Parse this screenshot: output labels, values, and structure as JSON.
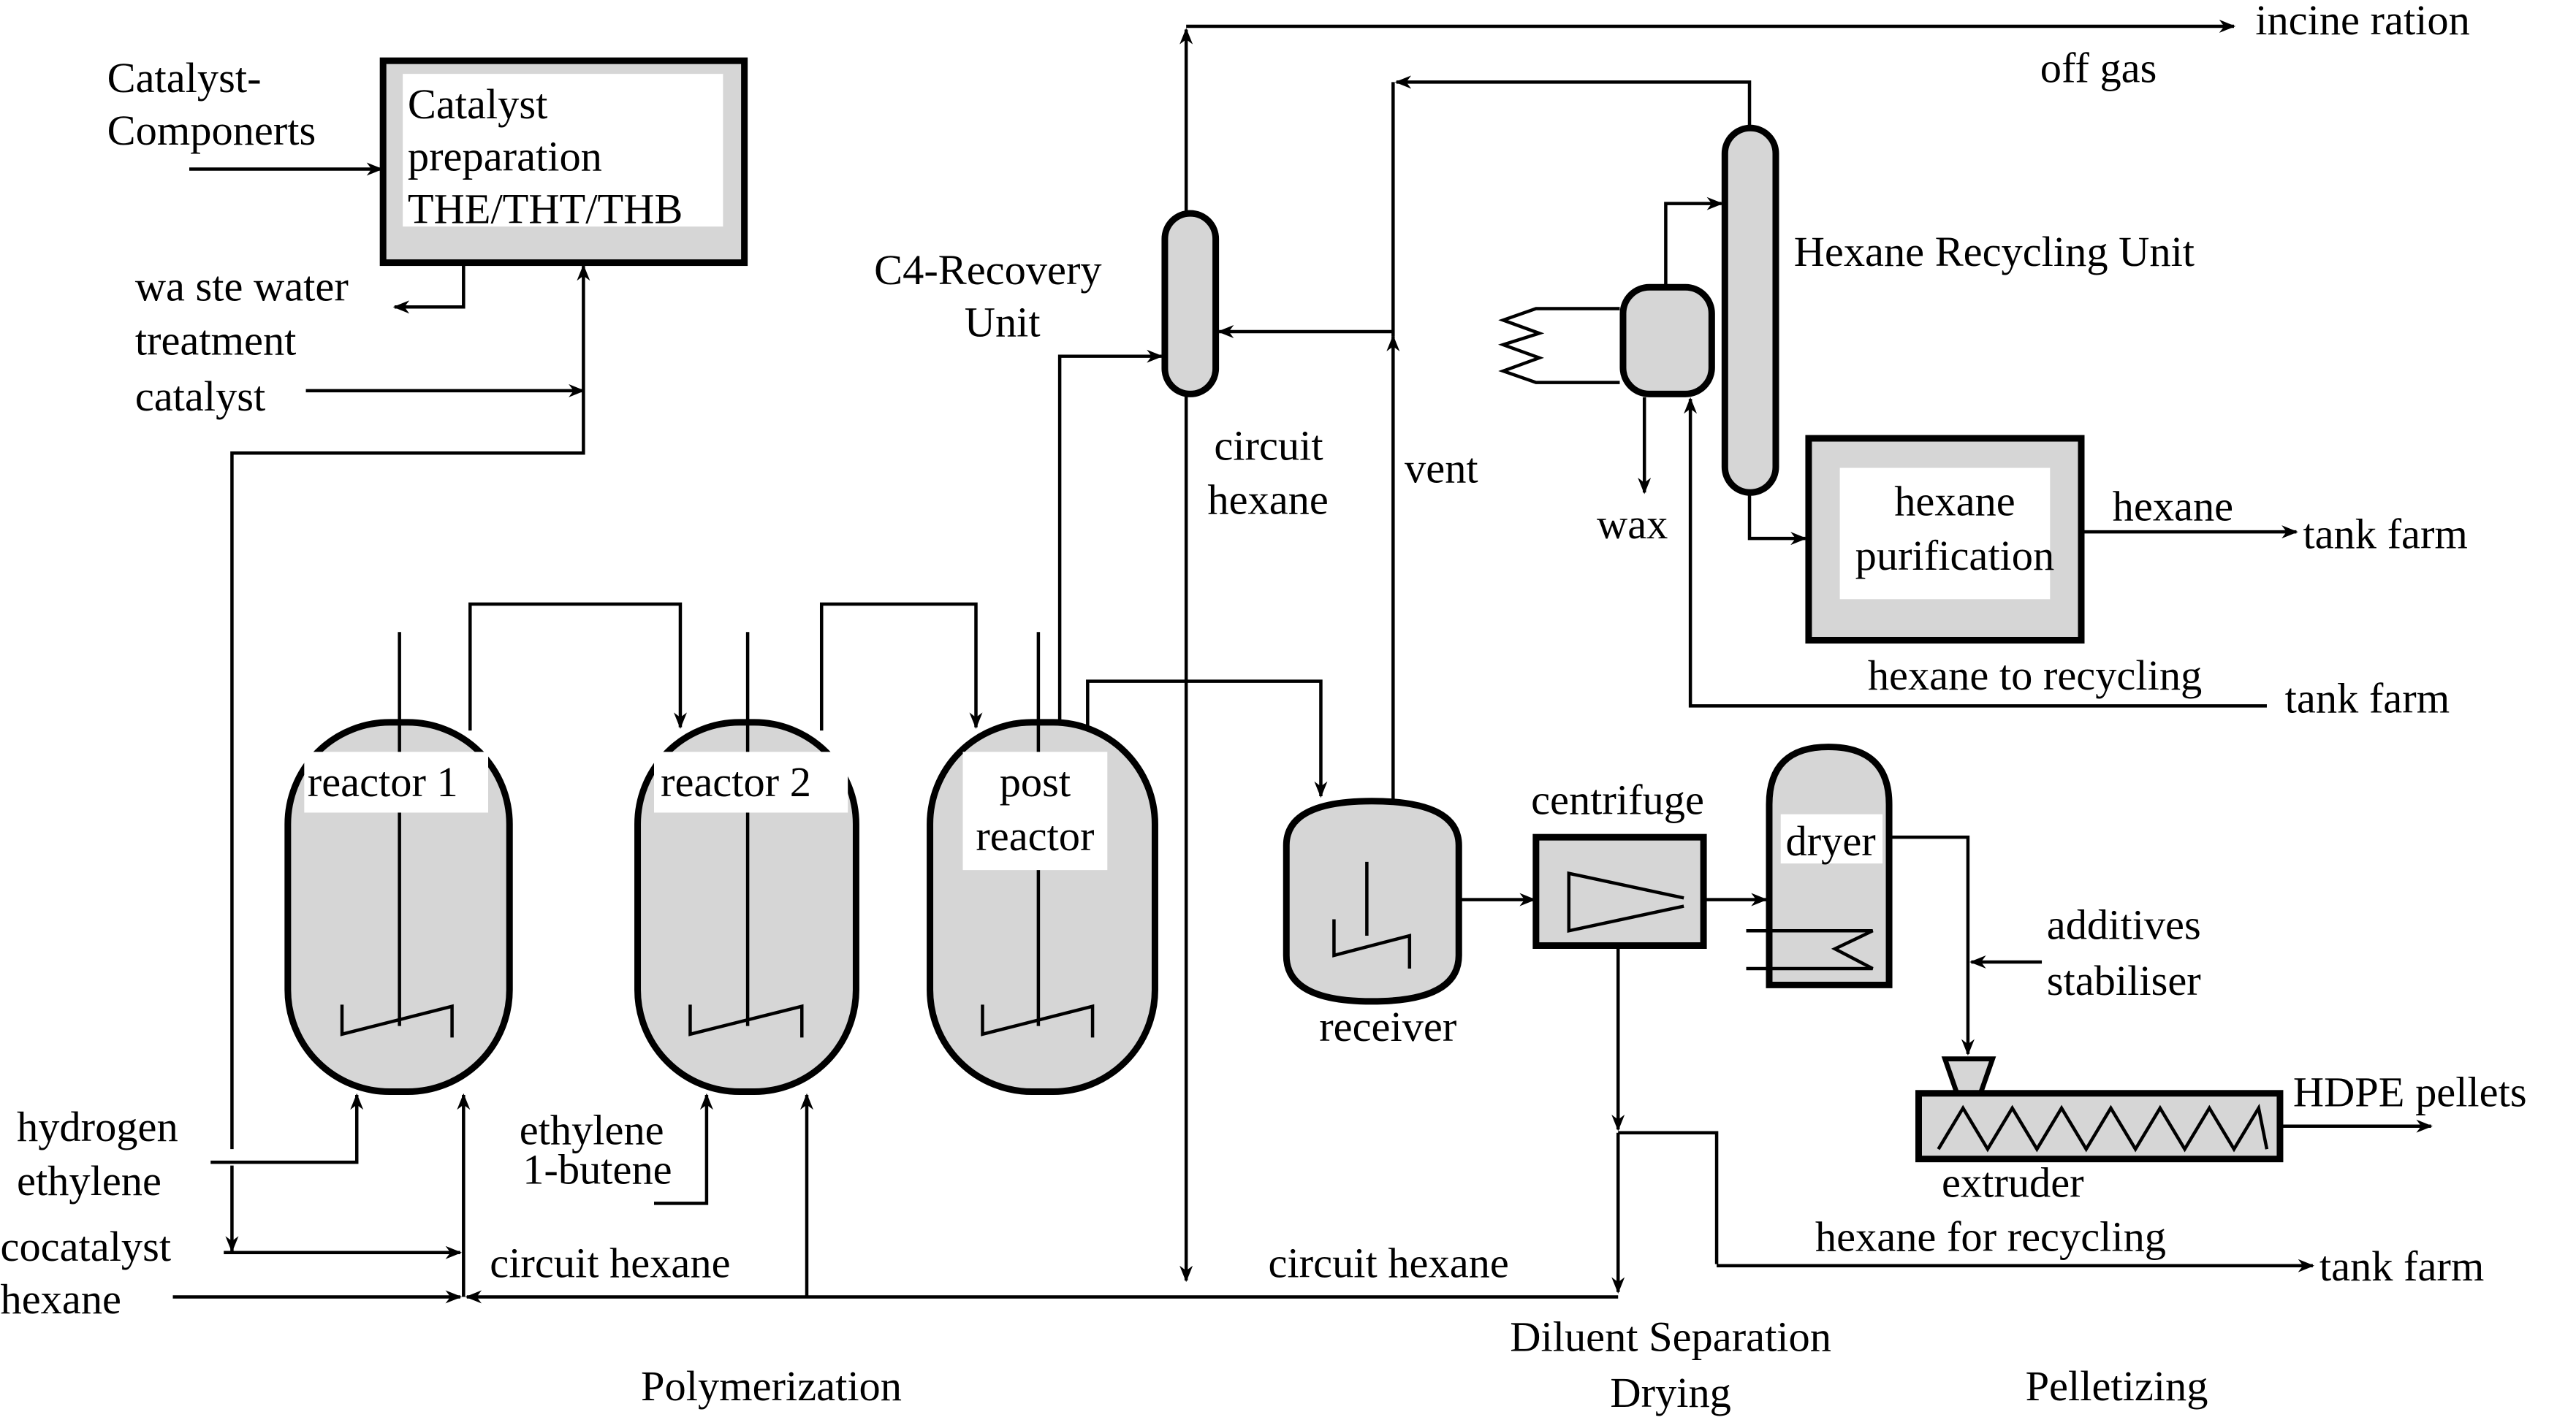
{
  "diagram": {
    "title": "HDPE slurry process flow diagram",
    "colors": {
      "vessel_fill": "#d6d6d6",
      "line": "#000000",
      "background": "#ffffff"
    },
    "sections": {
      "polymerization": "Polymerization",
      "diluent_line1": "Diluent Separation",
      "diluent_line2": "Drying",
      "pelletizing": "Pelletizing"
    },
    "catalyst": {
      "box_line1": "Catalyst",
      "box_line2": "preparation",
      "box_line3": "THE/THT/THB",
      "input_line1": "Catalyst-",
      "input_line2": "Componerts",
      "waste_line1": "wa ste water",
      "waste_line2": "treatment",
      "catalyst_label": "catalyst"
    },
    "feeds": {
      "hydrogen": "hydrogen",
      "ethylene": "ethylene",
      "cocatalyst": "cocatalyst",
      "hexane": "hexane",
      "ethylene2": "ethylene",
      "butene": "1-butene",
      "circuit_hexane_left": "circuit hexane",
      "circuit_hexane_mid": "circuit hexane"
    },
    "reactors": {
      "r1": "reactor 1",
      "r2": "reactor 2",
      "post_line1": "post",
      "post_line2": "reactor"
    },
    "c4": {
      "line1": "C4-Recovery",
      "line2": "Unit",
      "circuit_line1": "circuit",
      "circuit_line2": "hexane",
      "vent": "vent"
    },
    "offgas": {
      "incineration": "incine ration",
      "off_gas": "off gas"
    },
    "hexane_recycling": {
      "unit": "Hexane Recycling Unit",
      "wax": "wax",
      "purif_line1": "hexane",
      "purif_line2": "purification",
      "hexane_out": "hexane",
      "tank_farm_1": "tank farm",
      "to_recycling": "hexane to recycling",
      "tank_farm_2": "tank farm"
    },
    "separation": {
      "receiver": "receiver",
      "centrifuge": "centrifuge",
      "dryer": "dryer"
    },
    "pelletizing": {
      "additives": "additives",
      "stabiliser": "stabiliser",
      "extruder": "extruder",
      "hdpe": "HDPE pellets",
      "hexane_for_recycling": "hexane for recycling",
      "tank_farm_3": "tank farm"
    }
  }
}
